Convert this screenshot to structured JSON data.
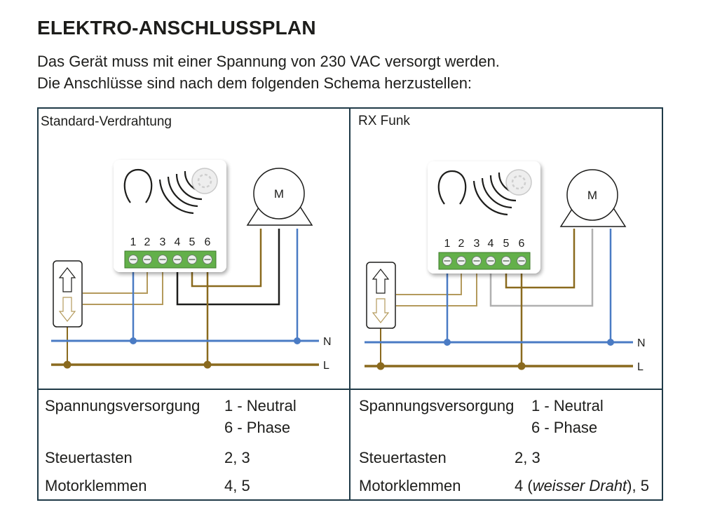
{
  "title": "ELEKTRO-ANSCHLUSSPLAN",
  "intro": [
    "Das Gerät muss mit einer Spannung von 230 VAC versorgt werden.",
    "Die Anschlüsse sind nach dem folgenden Schema herzustellen:"
  ],
  "panels": [
    {
      "title": "Standard-Verdrahtung",
      "motor_label": "M",
      "terminal_numbers": [
        "1",
        "2",
        "3",
        "4",
        "5",
        "6"
      ],
      "line_labels": {
        "neutral": "N",
        "phase": "L"
      },
      "specs": [
        {
          "label": "Spannungsversorgung",
          "value_lines": [
            "1 - Neutral",
            "6 - Phase"
          ]
        },
        {
          "label": "Steuertasten",
          "value_lines": [
            "2, 3"
          ]
        },
        {
          "label": "Motorklemmen",
          "value_pre": "4, 5"
        }
      ]
    },
    {
      "title": "RX Funk",
      "motor_label": "M",
      "terminal_numbers": [
        "1",
        "2",
        "3",
        "4",
        "5",
        "6"
      ],
      "line_labels": {
        "neutral": "N",
        "phase": "L"
      },
      "specs": [
        {
          "label": "Spannungsversorgung",
          "value_lines": [
            "1 - Neutral",
            "6 - Phase"
          ]
        },
        {
          "label": "Steuertasten",
          "value_lines": [
            "2, 3"
          ]
        },
        {
          "label": "Motorklemmen",
          "value_pre": "4 (",
          "value_italic": "weisser Draht",
          "value_post": "), 5"
        }
      ]
    }
  ],
  "colors": {
    "neutral": "#4a7bc4",
    "phase": "#8a6a1e",
    "switch_wire": "#b49a5c",
    "motor_wire_a": "#1d1d1b",
    "motor_wire_b": "#8a6a1e",
    "white_wire": "#b0b0b0",
    "terminal_green": "#63b04a",
    "frame": "#1f3a47"
  }
}
